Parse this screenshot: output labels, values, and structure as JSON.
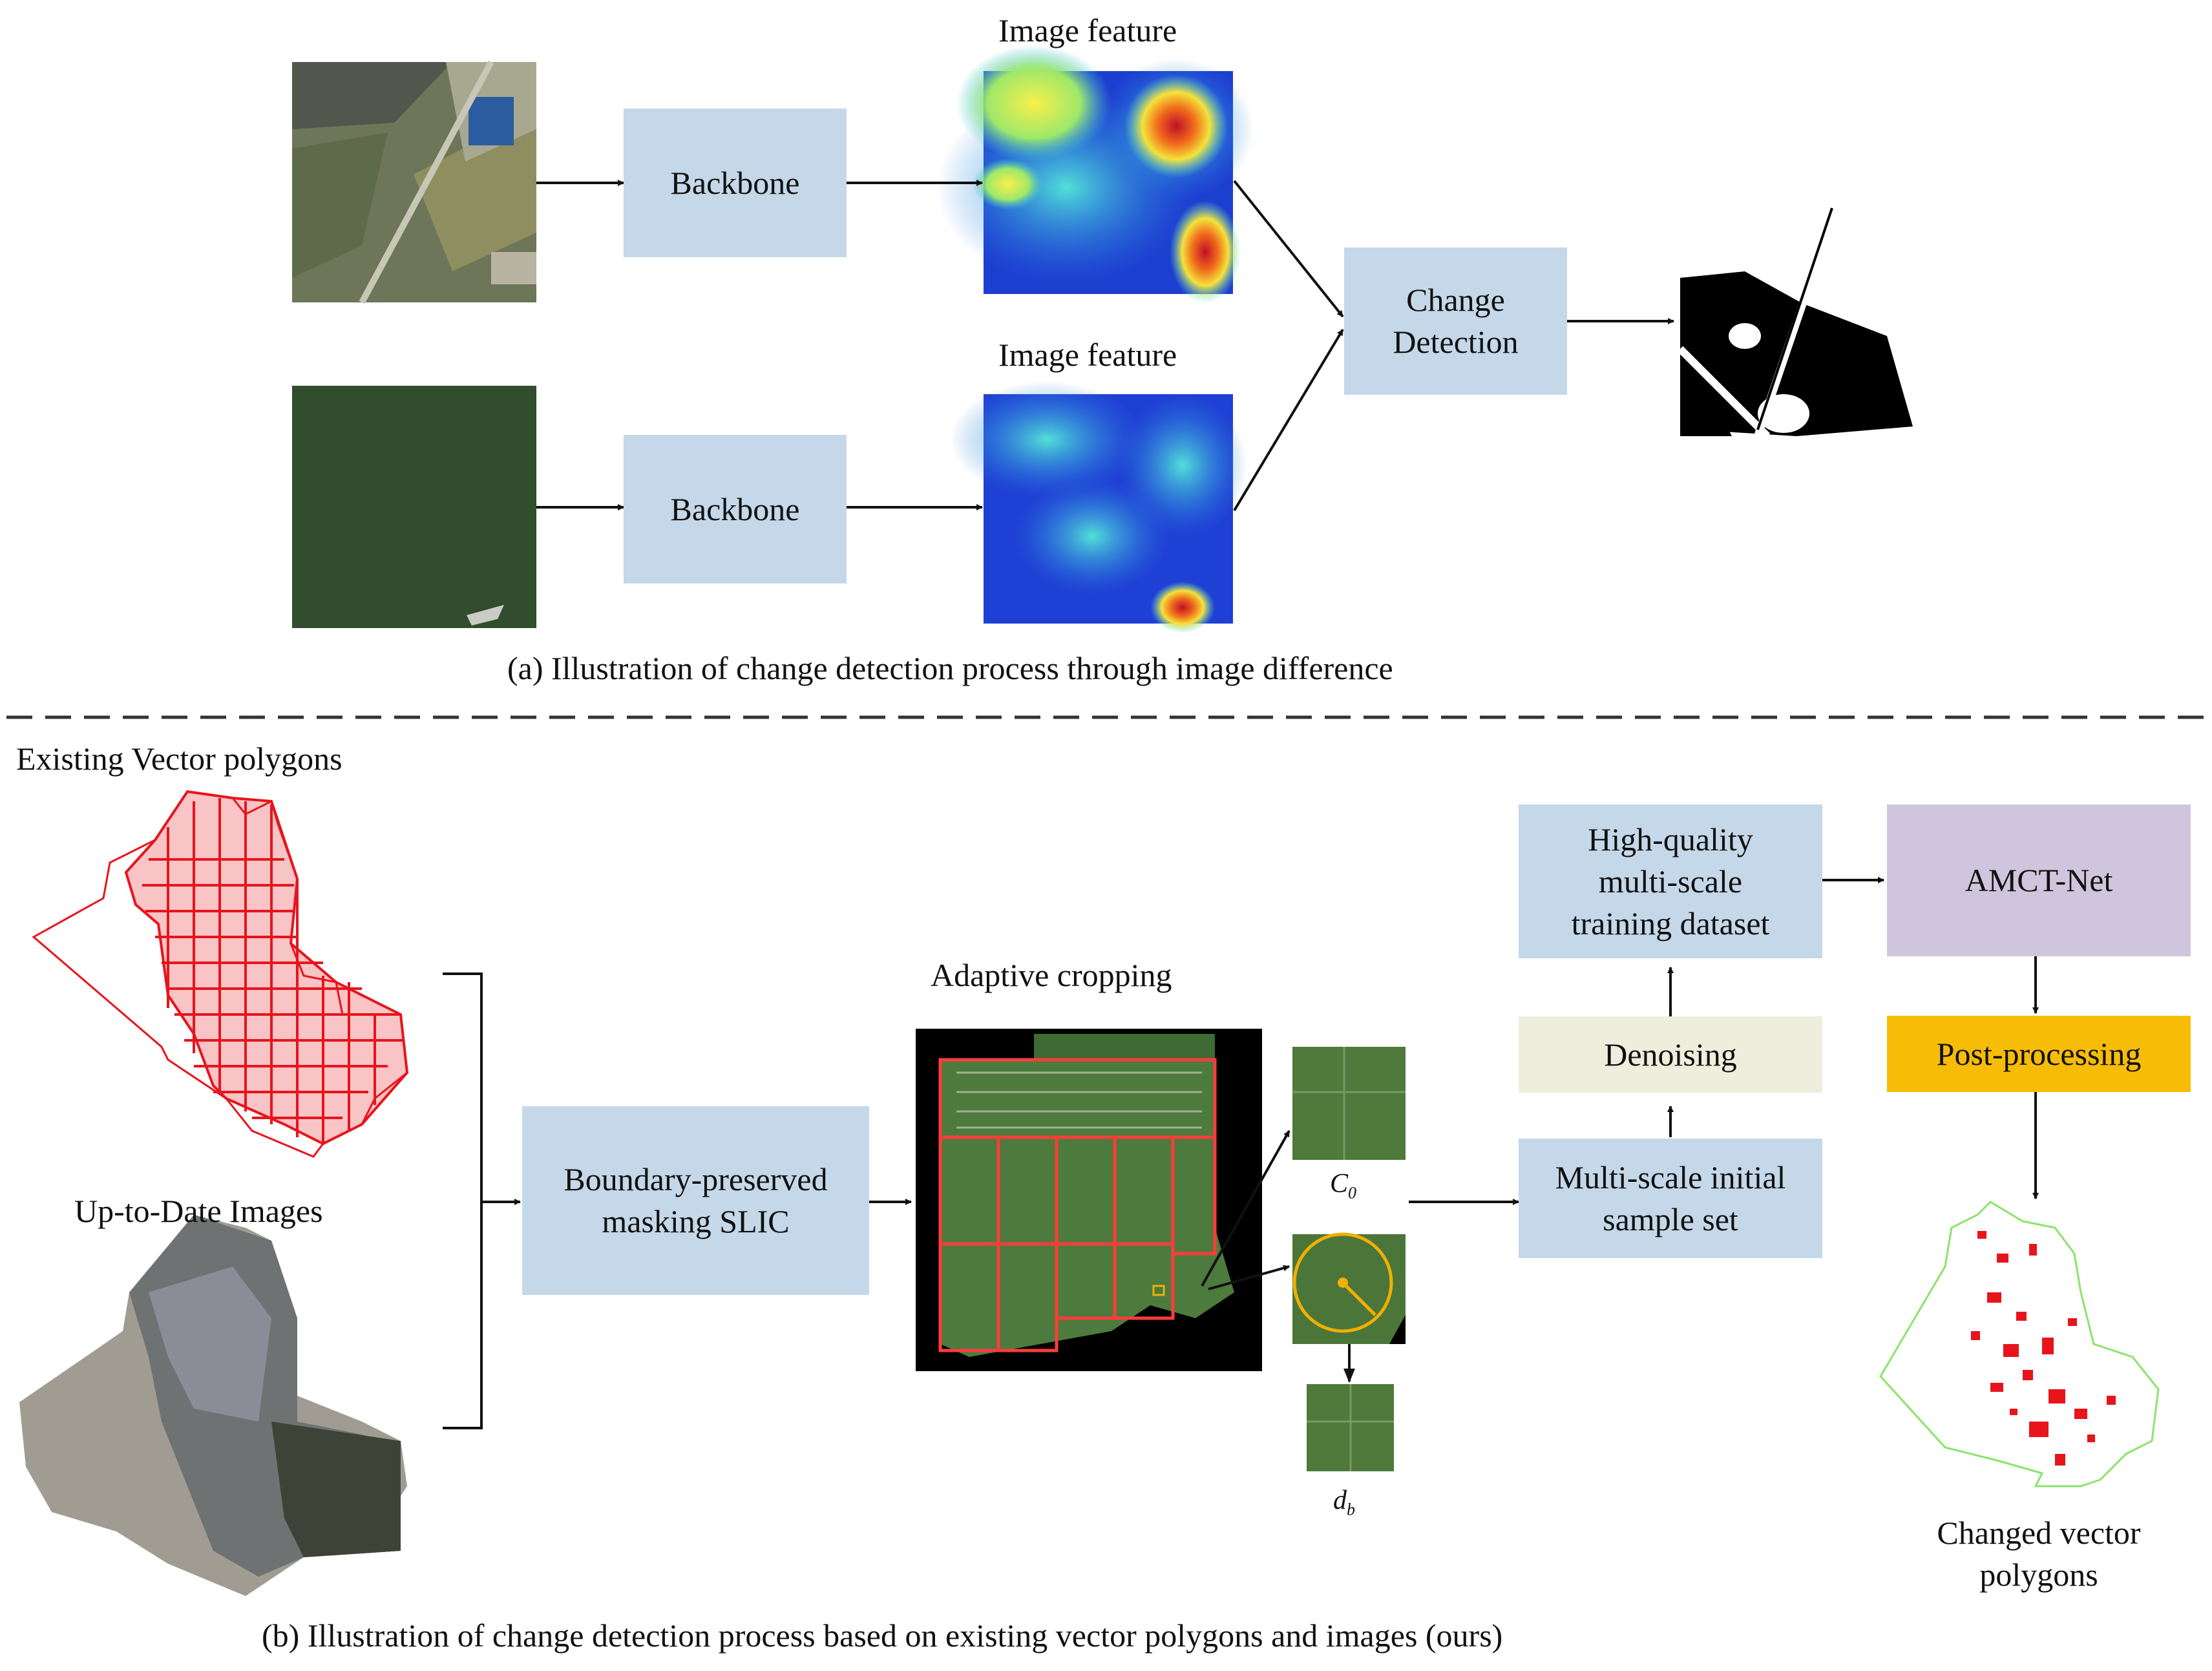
{
  "part_a": {
    "caption": "(a) Illustration of change detection process through image difference",
    "backbone_top": "Backbone",
    "backbone_bottom": "Backbone",
    "feature_top_label": "Image feature",
    "feature_bottom_label": "Image feature",
    "change_detection": [
      "Change",
      "Detection"
    ]
  },
  "part_b": {
    "caption": "(b) Illustration of change detection process based on existing vector polygons and images (ours)",
    "existing_label": "Existing Vector polygons",
    "uptodate_label": "Up-to-Date Images",
    "slic": [
      "Boundary-preserved",
      "masking SLIC"
    ],
    "adaptive_label": "Adaptive cropping",
    "c0_symbol": "C",
    "c0_sub": "0",
    "db_symbol": "d",
    "db_sub": "b",
    "initial_set": [
      "Multi-scale initial",
      "sample set"
    ],
    "denoising": "Denoising",
    "dataset": [
      "High-quality",
      "multi-scale",
      "training dataset"
    ],
    "amct": "AMCT-Net",
    "post": "Post-processing",
    "changed": [
      "Changed vector",
      "polygons"
    ]
  },
  "colors": {
    "blue_box": "#c5d8e9",
    "beige_box": "#eeeedd",
    "purple_box": "#cfc6dd",
    "orange_box": "#f7bd06",
    "vector_red": "#e8141c",
    "boundary_green": "#8be46a"
  }
}
